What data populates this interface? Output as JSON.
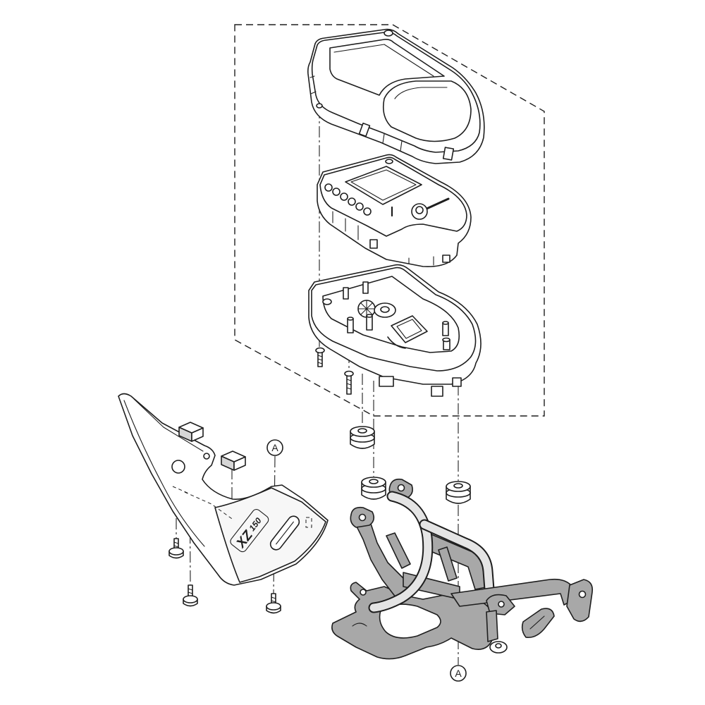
{
  "callouts": [
    {
      "label": "A"
    },
    {
      "label": "A"
    }
  ],
  "cover_logo": {
    "prefix": "XZ",
    "suffix": "150"
  },
  "colors": {
    "line": "#1e1e1e",
    "paper": "#ffffff",
    "bracket": "#a8a8a8",
    "tube": "#e4e4e4",
    "pad": "#d6d6d6"
  }
}
